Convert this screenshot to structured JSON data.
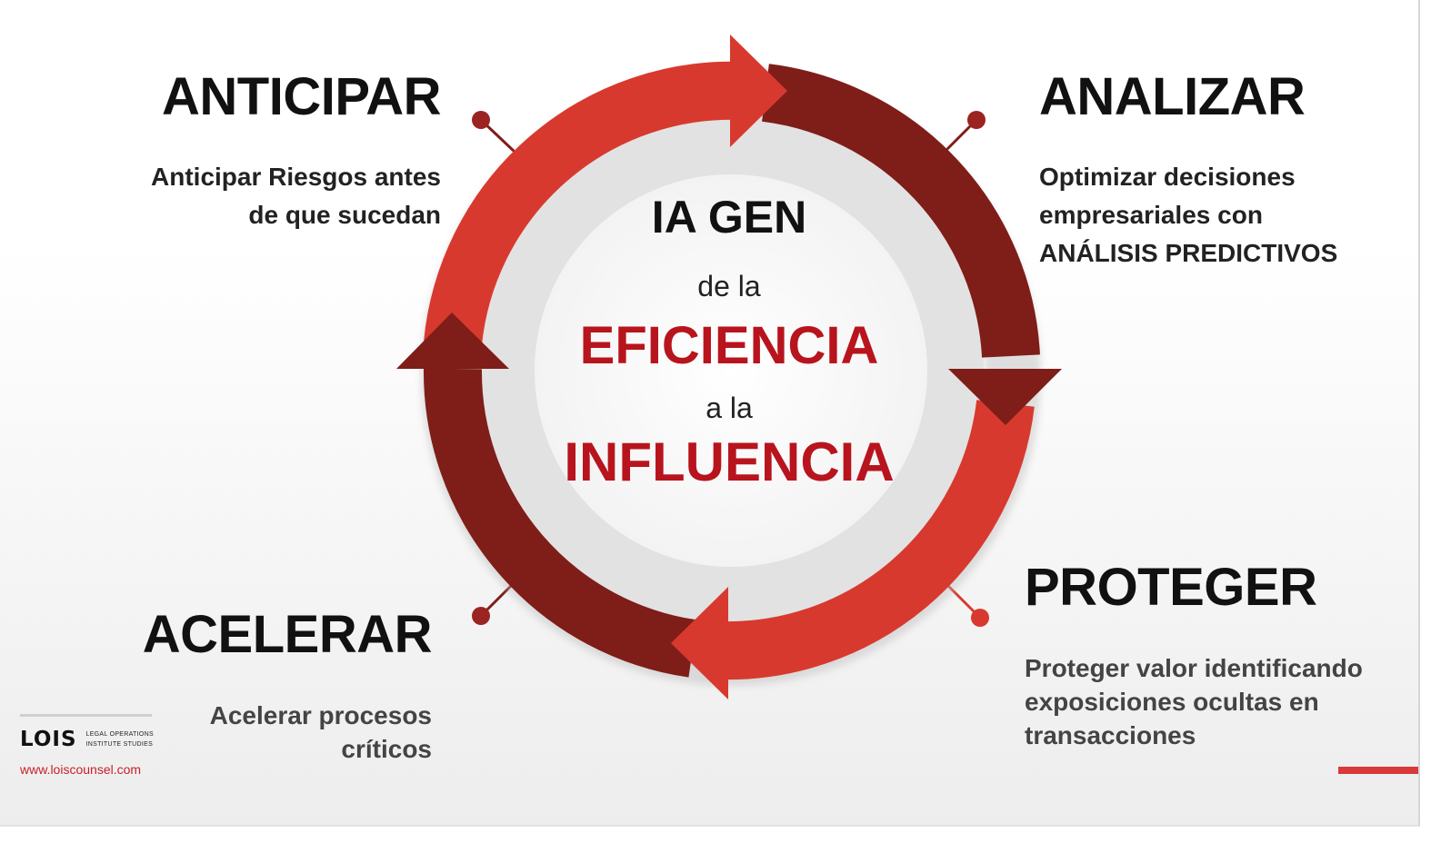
{
  "colors": {
    "bright_red": "#d8392e",
    "dark_red": "#7f1d19",
    "inner_ring": "#e2e2e2",
    "inner_disc": "#f7f7f7",
    "emphasis_red": "#b8141d",
    "text_dark": "#111111"
  },
  "center": {
    "line1": "IA GEN",
    "line2": "de la",
    "line3": "EFICIENCIA",
    "line4": "a la",
    "line5": "INFLUENCIA"
  },
  "quadrants": {
    "anticipar": {
      "title": "ANTICIPAR",
      "lines": [
        "Anticipar Riesgos antes",
        "de que sucedan"
      ]
    },
    "analizar": {
      "title": "ANALIZAR",
      "lines": [
        "Optimizar decisiones",
        "empresariales con",
        "ANÁLISIS PREDICTIVOS"
      ]
    },
    "proteger": {
      "title": "PROTEGER",
      "lines": [
        "Proteger valor identificando",
        "exposiciones ocultas en",
        "transacciones"
      ]
    },
    "acelerar": {
      "title": "ACELERAR",
      "lines": [
        "Acelerar procesos",
        "críticos"
      ]
    }
  },
  "logo": {
    "mark": "LOIS",
    "subtitle_line1": "LEGAL OPERATIONS",
    "subtitle_line2": "INSTITUTE STUDIES",
    "website": "www.loiscounsel.com"
  },
  "icons": {
    "cycle_arrows": "circular-arrow-cycle",
    "connector_dot": "dot-connector"
  }
}
